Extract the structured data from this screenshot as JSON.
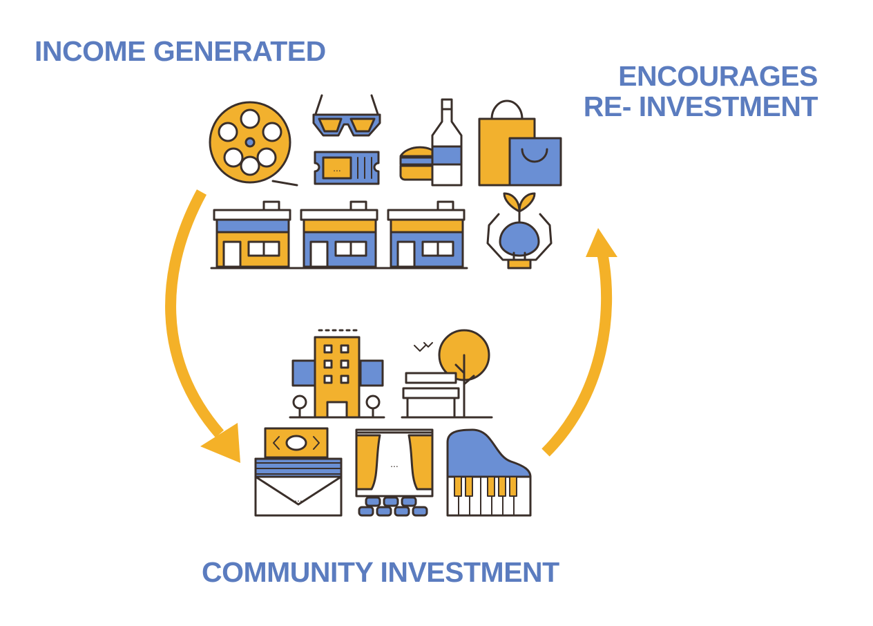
{
  "labels": {
    "income_generated": "INCOME GENERATED",
    "encourages_line1": "ENCOURAGES",
    "encourages_line2": "RE- INVESTMENT",
    "community_investment": "COMMUNITY INVESTMENT"
  },
  "icons": {
    "top": [
      "film-reel-icon",
      "3d-glasses-icon",
      "ticket-icon",
      "burger-icon",
      "bottle-icon",
      "shopping-bags-icon",
      "storefront-icon",
      "storefront-icon",
      "storefront-icon",
      "hands-growth-icon"
    ],
    "bottom": [
      "office-building-icon",
      "park-bench-tree-icon",
      "money-envelope-icon",
      "theater-stage-icon",
      "piano-icon"
    ]
  },
  "ticket_text": "...",
  "envelope_text": "...",
  "stage_text": "...",
  "colors": {
    "text_blue": "#5b7cbf",
    "icon_blue": "#6a8fd4",
    "icon_yellow": "#f2b12e",
    "arrow_yellow": "#f4b128",
    "outline": "#3a2f2a"
  }
}
